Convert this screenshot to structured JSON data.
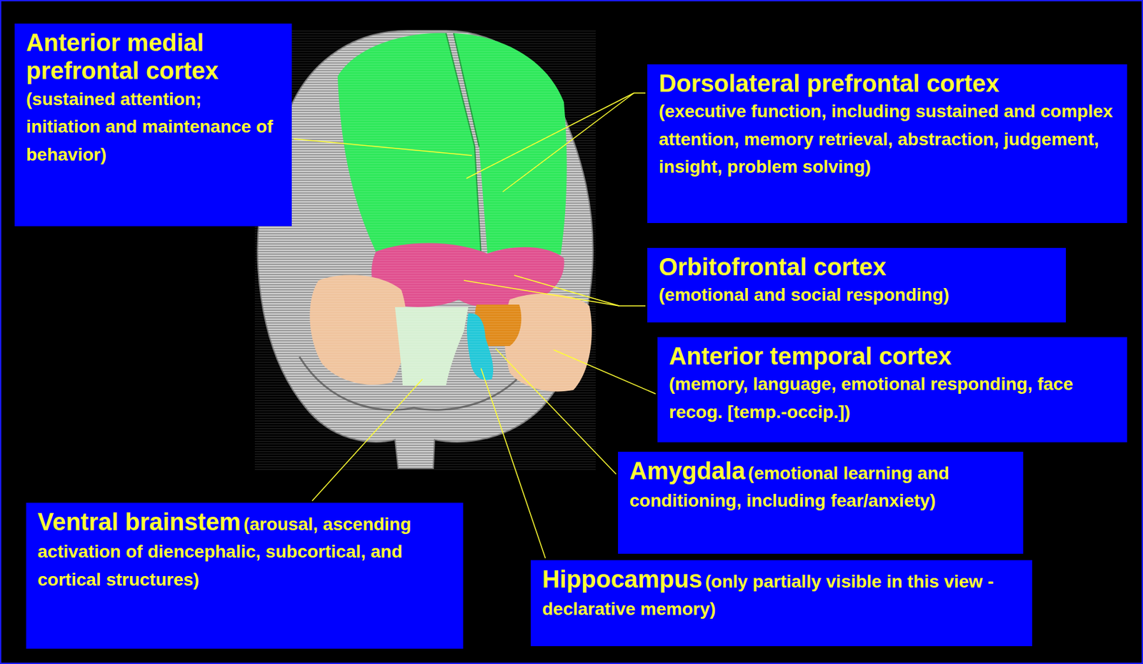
{
  "diagram": {
    "nodes": [
      {
        "text": [
          "Anterior medial prefrontal cortex",
          "(sustained attention; initiation and maintenance of behavior)"
        ]
      },
      {
        "text": [
          "Dorsolateral prefrontal cortex",
          "(executive function, including sustained and complex attention, memory retrieval, abstraction, judgement, insight, problem solving)"
        ]
      },
      {
        "text": [
          "Orbitofrontal cortex",
          "(emotional and social responding)"
        ]
      },
      {
        "text": [
          "Anterior temporal cortex",
          "(memory, language, emotional responding, face recog. [temp.-occip.])"
        ]
      },
      {
        "text": [
          "Amygdala",
          "(emotional learning and conditioning, including fear/anxiety)"
        ]
      },
      {
        "text": [
          "Ventral brainstem",
          "(arousal, ascending activation of diencephalic, subcortical, and cortical structures)"
        ]
      },
      {
        "text": [
          "Hippocampus",
          "(only partially visible in this view - declarative memory)"
        ]
      }
    ]
  }
}
